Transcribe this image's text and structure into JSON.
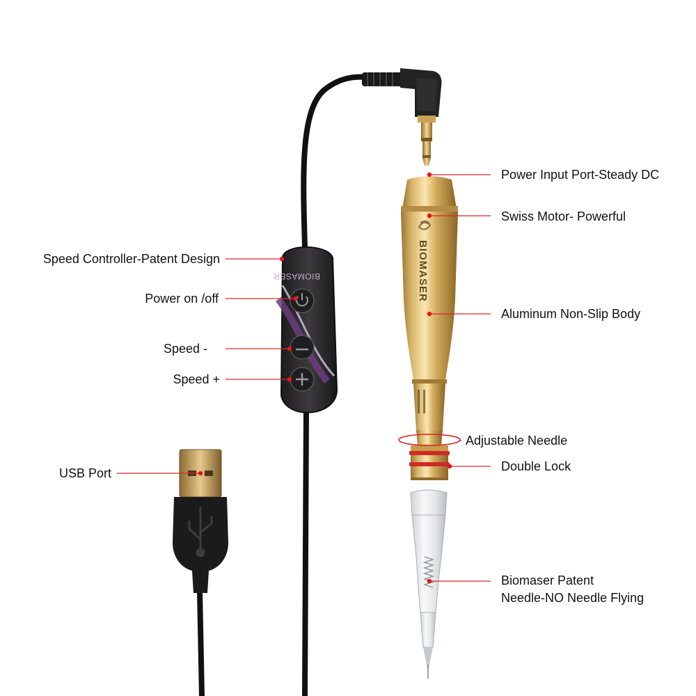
{
  "colors": {
    "leader": "#d9262b",
    "dot": "#e8131b",
    "gold": "#c9a352",
    "cable": "#111111",
    "controller": "#2c2a2d",
    "accent_purple": "#6a3d7d"
  },
  "controller": {
    "brand_text": "BIOMASER",
    "buttons": [
      {
        "name": "power",
        "icon": "power-icon"
      },
      {
        "name": "speed-minus",
        "icon": "minus-icon"
      },
      {
        "name": "speed-plus",
        "icon": "plus-icon"
      }
    ]
  },
  "pen": {
    "brand_text": "BIOMASER"
  },
  "labels": {
    "power_input": "Power Input Port-Steady DC",
    "swiss_motor": "Swiss Motor- Powerful",
    "aluminum_body": "Aluminum Non-Slip Body",
    "adjustable_needle": "Adjustable Needle",
    "double_lock": "Double Lock",
    "patent_needle": [
      "Biomaser Patent",
      "Needle-NO Needle Flying"
    ],
    "speed_controller": "Speed Controller-Patent Design",
    "power_onoff": "Power on /off",
    "speed_minus": "Speed -",
    "speed_plus": "Speed +",
    "usb_port": "USB Port"
  }
}
